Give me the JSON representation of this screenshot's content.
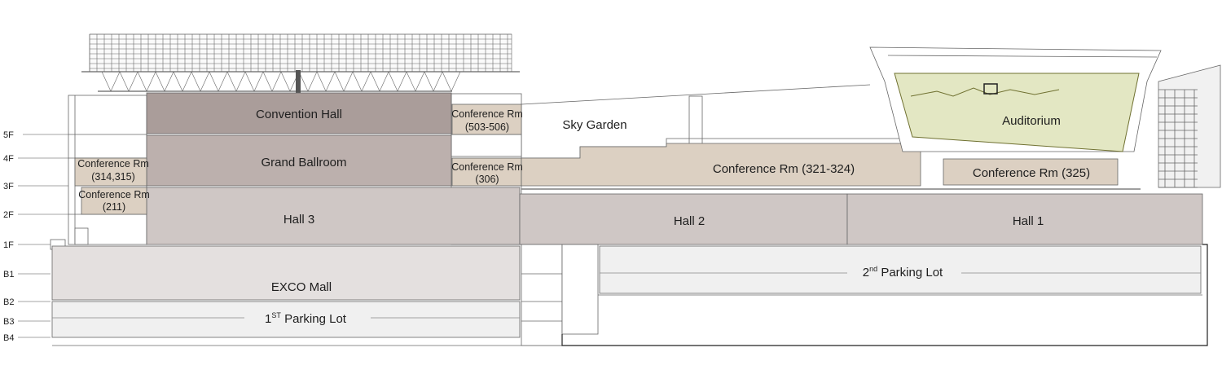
{
  "floors": [
    "5F",
    "4F",
    "3F",
    "2F",
    "1F",
    "B1",
    "B2",
    "B3",
    "B4"
  ],
  "rooms": {
    "convention_hall": "Convention Hall",
    "grand_ballroom": "Grand Ballroom",
    "hall_3": "Hall 3",
    "hall_2": "Hall 2",
    "hall_1": "Hall 1",
    "exco_mall": "EXCO Mall",
    "auditorium": "Auditorium",
    "sky_garden": "Sky Garden",
    "conf_503_506": {
      "line1": "Conference Rm",
      "line2": "(503-506)"
    },
    "conf_314_315": {
      "line1": "Conference Rm",
      "line2": "(314,315)"
    },
    "conf_211": {
      "line1": "Conference Rm",
      "line2": "(211)"
    },
    "conf_306": {
      "line1": "Conference Rm",
      "line2": "(306)"
    },
    "conf_321_324": "Conference Rm (321-324)",
    "conf_325": "Conference Rm (325)"
  },
  "parking": {
    "lot1": {
      "prefix": "1",
      "sup": "ST",
      "rest": " Parking Lot"
    },
    "lot2": {
      "prefix": "2",
      "sup": "nd",
      "rest": " Parking Lot"
    }
  },
  "colors": {
    "convention_hall": "#aa9d9a",
    "ballroom": "#bcb0ad",
    "halls": "#cfc7c5",
    "conference": "#dcd0c2",
    "auditorium": "#e3e7c3",
    "mall": "#e4e0df",
    "parking": "#f0f0f0",
    "line": "#555555"
  }
}
